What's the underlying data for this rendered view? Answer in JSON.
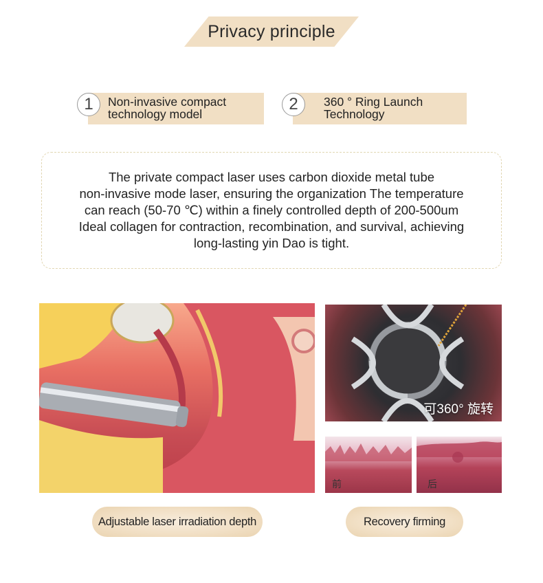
{
  "header": {
    "title": "Privacy principle"
  },
  "features": [
    {
      "number": "1",
      "line1": "Non-invasive compact",
      "line2": "technology model"
    },
    {
      "number": "2",
      "line1": "360 ° Ring Launch",
      "line2": "Technology"
    }
  ],
  "description": {
    "lines": [
      "The private compact laser uses carbon dioxide metal tube",
      "non-invasive mode laser, ensuring the organization The temperature",
      "can reach (50-70 ℃) within a finely controlled depth of 200-500um",
      "Ideal collagen for contraction, recombination, and survival, achieving",
      "long-lasting yin Dao is tight."
    ]
  },
  "images": {
    "ring_caption": "可360°  旋转",
    "before_label": "前",
    "after_label": "后"
  },
  "captions": {
    "left": "Adjustable laser irradiation depth",
    "right": "Recovery firming"
  },
  "colors": {
    "accent_beige": "#f1dfc4",
    "text_dark": "#222222",
    "dashed_border": "#e1d6b2"
  }
}
